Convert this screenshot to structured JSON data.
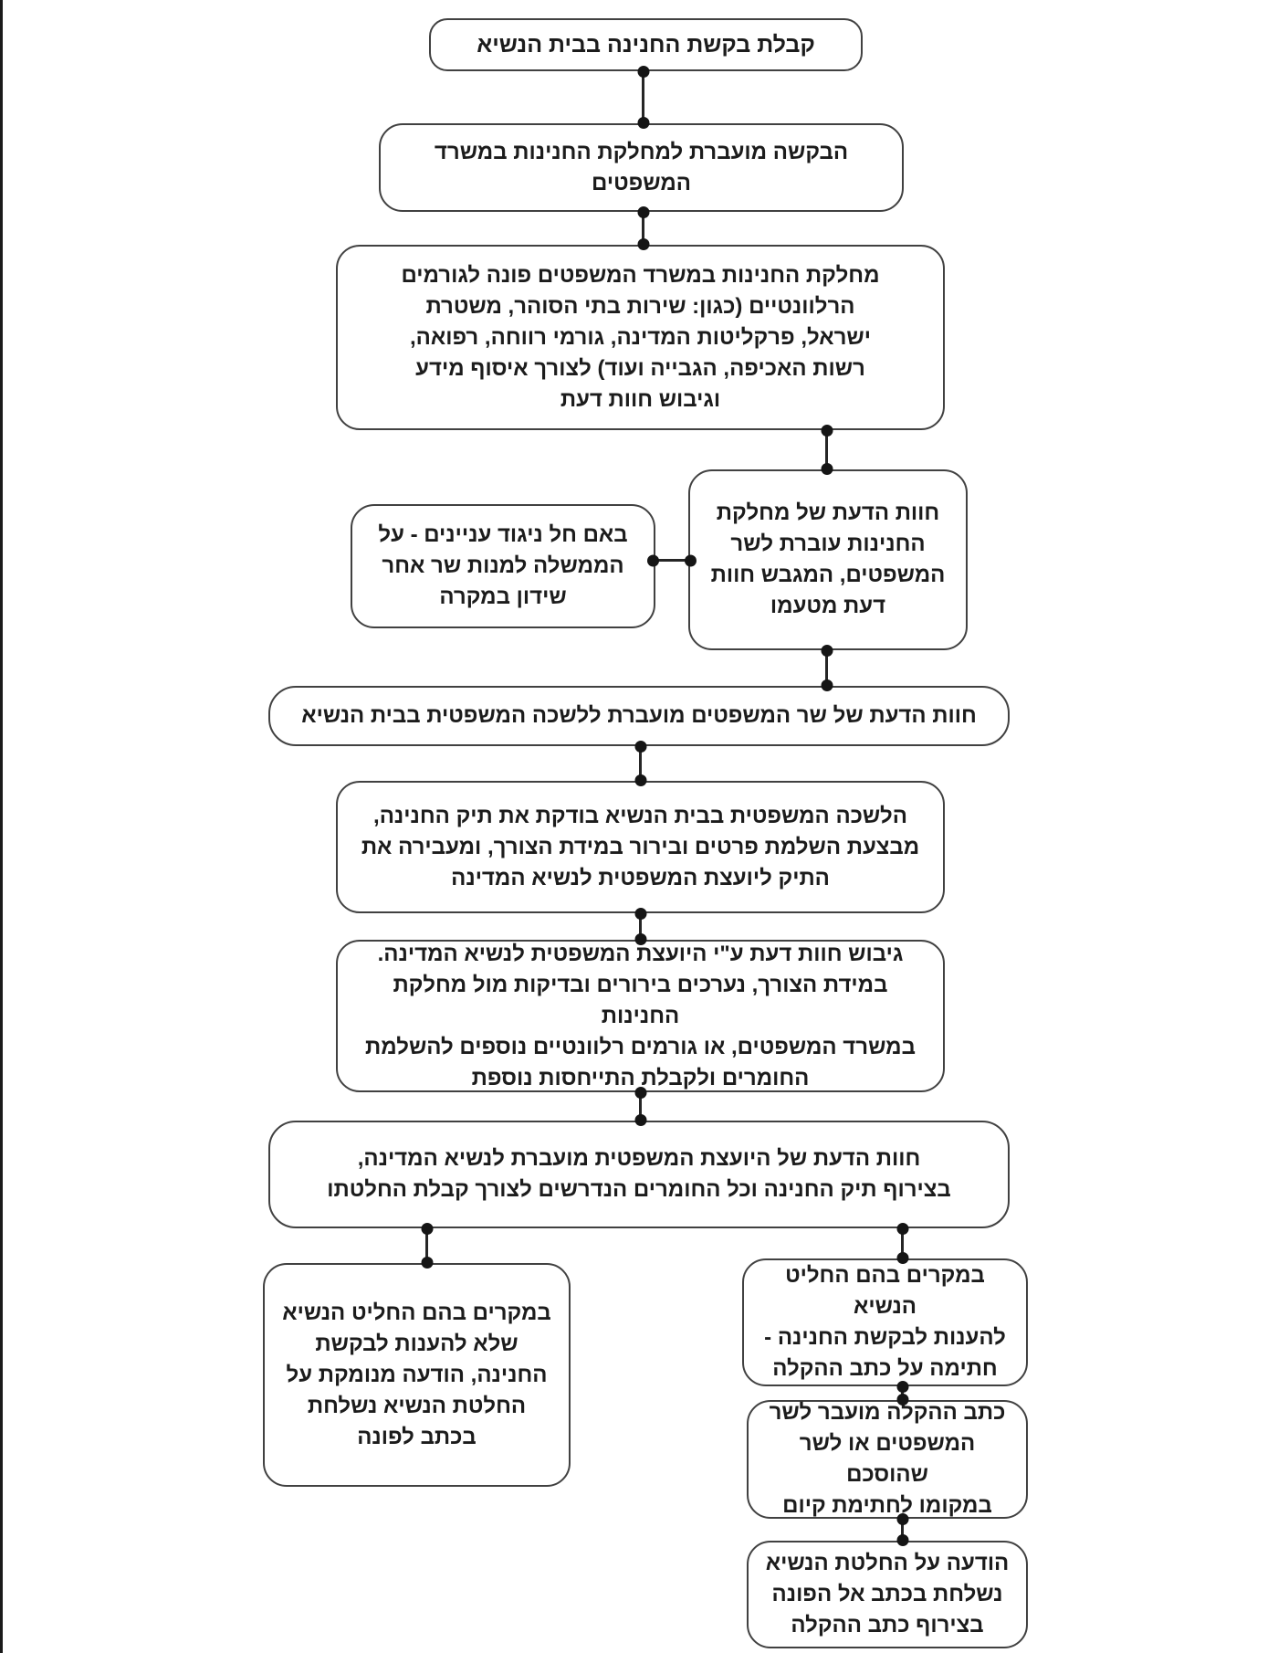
{
  "flowchart": {
    "language": "he",
    "direction": "rtl",
    "colors": {
      "background": "#ffffff",
      "box_fill": "#ffffff",
      "box_border": "#414141",
      "text": "#1c1c1c",
      "connector": "#262626",
      "connector_dot": "#151515",
      "page_edge_line": "#1a1a1a"
    },
    "nodes": {
      "start": {
        "text": "קבלת בקשת החנינה בבית הנשיא"
      },
      "to_pardons_dept": {
        "text": "הבקשה מועברת למחלקת החנינות במשרד\nהמשפטים"
      },
      "dept_outreach": {
        "text": "מחלקת החנינות במשרד המשפטים פונה לגורמים\nהרלוונטיים (כגון: שירות בתי הסוהר, משטרת\nישראל, פרקליטות המדינה, גורמי רווחה, רפואה,\nרשות האכיפה, הגבייה ועוד) לצורך איסוף מידע\nוגיבוש חוות דעת"
      },
      "opinion_to_minister": {
        "text": "חוות הדעת של מחלקת\nהחנינות עוברת לשר\nהמשפטים, המגבש חוות\nדעת מטעמו"
      },
      "conflict_of_interest": {
        "text": "באם חל ניגוד עניינים - על\nהממשלה למנות שר אחר\nשידון במקרה"
      },
      "minister_opinion_to_bureau": {
        "text": "חוות הדעת של שר המשפטים מועברת ללשכה המשפטית בבית הנשיא"
      },
      "bureau_review": {
        "text": "הלשכה המשפטית בבית הנשיא בודקת את תיק החנינה,\nמבצעת השלמת פרטים ובירור במידת הצורך, ומעבירה את\nהתיק ליועצת המשפטית לנשיא המדינה"
      },
      "counsel_opinion": {
        "text": "גיבוש חוות דעת ע\"י היועצת המשפטית לנשיא המדינה.\nבמידת הצורך, נערכים בירורים ובדיקות מול מחלקת החנינות\nבמשרד המשפטים, או גורמים רלוונטיים נוספים להשלמת\nהחומרים ולקבלת התייחסות נוספת"
      },
      "opinion_to_president": {
        "text": "חוות הדעת של היועצת המשפטית מועברת לנשיא המדינה,\nבצירוף תיק החנינה וכל החומרים הנדרשים לצורך קבלת החלטתו"
      },
      "request_rejected": {
        "text": "במקרים בהם החליט הנשיא\nשלא להענות לבקשת\nהחנינה, הודעה מנומקת על\nהחלטת הנשיא נשלחת\nבכתב לפונה"
      },
      "request_granted": {
        "text": "במקרים בהם החליט הנשיא\nלהענות לבקשת החנינה -\nחתימה על כתב ההקלה"
      },
      "countersignature": {
        "text": "כתב ההקלה מועבר לשר\nהמשפטים או לשר שהוסכם\nבמקומו לחתימת קיום"
      },
      "notify_applicant": {
        "text": "הודעה על החלטת הנשיא\nנשלחת בכתב אל הפונה\nבצירוף כתב ההקלה"
      }
    }
  }
}
